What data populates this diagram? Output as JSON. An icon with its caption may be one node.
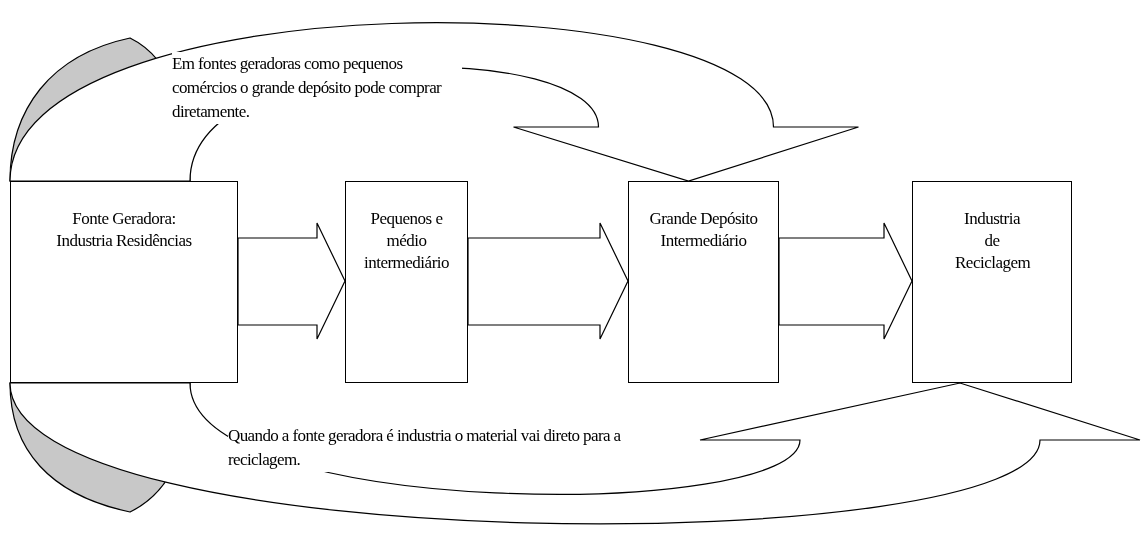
{
  "diagram": {
    "nodes": [
      {
        "text": [
          "Fonte Geradora: Industria Residências"
        ]
      },
      {
        "text": [
          "Pequenos e médio intermediário"
        ]
      },
      {
        "text": [
          "Grande Depósito Intermediário"
        ]
      },
      {
        "text": [
          "Industria de Reciclagem"
        ]
      }
    ],
    "edges": [
      {
        "from": 0,
        "to": 1,
        "arrow": "to"
      },
      {
        "from": 1,
        "to": 2,
        "arrow": "to"
      },
      {
        "from": 2,
        "to": 3,
        "arrow": "to"
      },
      {
        "from": 0,
        "to": 2,
        "arrow": "to"
      },
      {
        "from": 0,
        "to": 3,
        "arrow": "to"
      }
    ],
    "labels": [
      "Em fontes geradoras como pequenos comércios o grande depósito pode comprar diretamente.",
      "Quando a fonte geradora é industria o material vai direto para a reciclagem."
    ]
  }
}
